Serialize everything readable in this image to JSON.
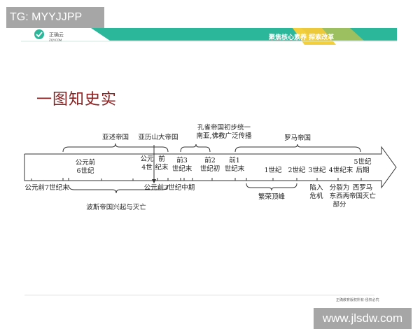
{
  "watermark_top": "TG: MYYJJPP",
  "watermark_bottom": "www.jlsdw.com",
  "header": {
    "logo_name": "正确云",
    "logo_url_text": "ZQY.COM",
    "slogan": "聚焦核心素养 探索改革",
    "colors": {
      "teal": "#2bb79a",
      "yellow": "#f2cf3b"
    }
  },
  "title": "一图知史实",
  "timeline": {
    "above": {
      "assyria": "亚述帝国",
      "alexander": "亚历山大帝国",
      "maurya_1": "孔雀帝国初步统一",
      "maurya_2": "南亚,佛教广泛传播",
      "rome": "罗马帝国"
    },
    "inside": {
      "bc6_1": "公元前",
      "bc6_2": "6世纪",
      "bc4a_1": "公元",
      "bc4a_2": "4世",
      "bc4b_1": "前",
      "bc4b_2": "纪末",
      "bc3_1": "前3",
      "bc3_2": "世纪末",
      "bc2_1": "前2",
      "bc2_2": "世纪初",
      "bc1_1": "前1",
      "bc1_2": "世纪末",
      "c1": "1世纪",
      "c2": "2世纪",
      "c3": "3世纪",
      "c4": "4世纪末",
      "c5_1": "5世纪",
      "c5_2": "后期"
    },
    "below": {
      "bc7": "公元前7世纪末",
      "bc3mid": "公元前3世纪中期",
      "persia": "波斯帝国兴起与灭亡",
      "peak": "繁荣顶峰",
      "crisis_1": "陷入",
      "crisis_2": "危机",
      "split_1": "分裂为",
      "split_2": "东西两",
      "split_3": "部分",
      "fall_1": "西罗马",
      "fall_2": "帝国灭亡"
    }
  },
  "footer": "正确教育版权所有·侵权必究"
}
